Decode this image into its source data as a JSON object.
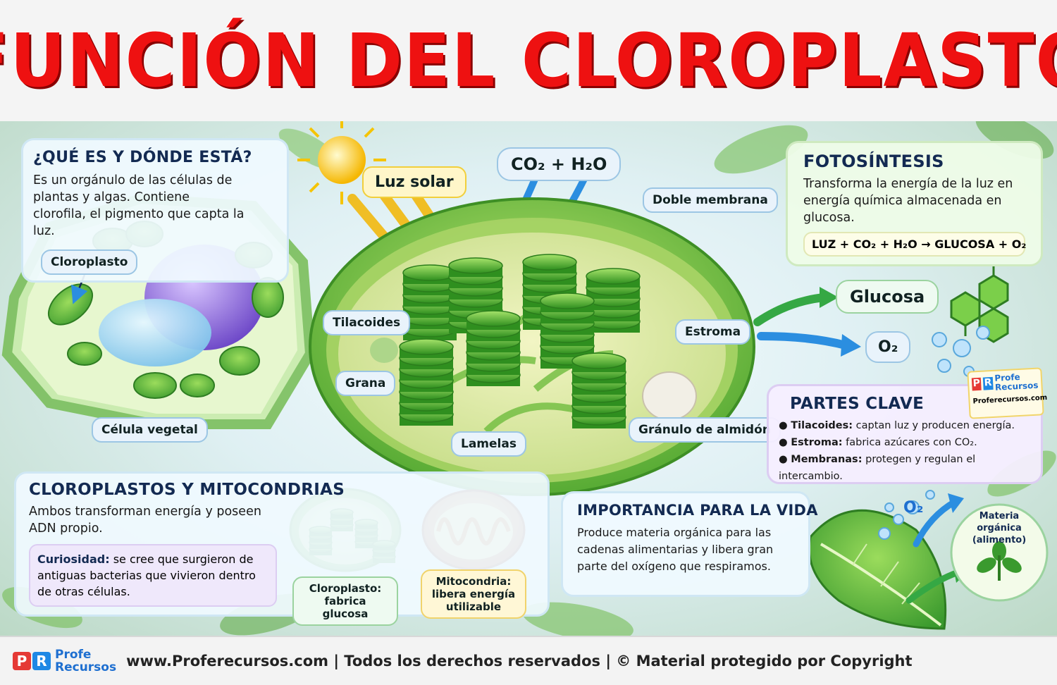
{
  "title": "FUNCIÓN DEL CLOROPLASTO",
  "what_card": {
    "heading": "¿QUÉ ES Y DÓNDE ESTÁ?",
    "text": "Es un orgánulo de las células de plantas y algas. Contiene clorofila, el pigmento que capta la luz.",
    "cell_labels": {
      "chloroplast": "Cloroplasto",
      "cell": "Célula vegetal"
    }
  },
  "diagram": {
    "luz_solar": "Luz solar",
    "co2_h2o": "CO₂ + H₂O",
    "doble_membrana": "Doble membrana",
    "tilacoides": "Tilacoides",
    "grana": "Grana",
    "lamelas": "Lamelas",
    "estroma": "Estroma",
    "granulo": "Gránulo de almidón",
    "glucosa": "Glucosa",
    "o2": "O₂"
  },
  "photosynthesis": {
    "heading": "FOTOSÍNTESIS",
    "text": "Transforma la energía de la luz en energía química almacenada en glucosa.",
    "equation": "LUZ + CO₂ + H₂O → GLUCOSA + O₂"
  },
  "key_parts": {
    "heading": "PARTES CLAVE",
    "items": [
      {
        "term": "Tilacoides:",
        "desc": " captan luz y producen energía."
      },
      {
        "term": "Estroma:",
        "desc": " fabrica azúcares con CO₂."
      },
      {
        "term": "Membranas:",
        "desc": " protegen y regulan el intercambio."
      }
    ]
  },
  "comparison": {
    "heading": "CLOROPLASTOS Y MITOCONDRIAS",
    "text": "Ambos transforman energía y poseen ADN propio.",
    "curiosity_term": "Curiosidad:",
    "curiosity_text": " se cree que surgieron de antiguas bacterias que vivieron dentro de otras células.",
    "chloroplast_label": "Cloroplasto: fabrica glucosa",
    "mito_label": "Mitocondria: libera energía utilizable"
  },
  "importance": {
    "heading": "IMPORTANCIA PARA LA VIDA",
    "text": "Produce materia orgánica para las cadenas alimentarias y libera gran parte del oxígeno que respiramos.",
    "o2": "O₂",
    "food_label": "Materia orgánica (alimento)"
  },
  "badge": {
    "line1": "Profe",
    "line2": "Recursos",
    "site": "Proferecursos.com"
  },
  "footer": {
    "logo_line1": "Profe",
    "logo_line2": "Recursos",
    "text": "www.Proferecursos.com | Todos los derechos reservados | © Material protegido por Copyright"
  },
  "colors": {
    "title_red": "#ee1111",
    "heading_navy": "#132a52",
    "leaf_green": "#3aa63a"
  }
}
